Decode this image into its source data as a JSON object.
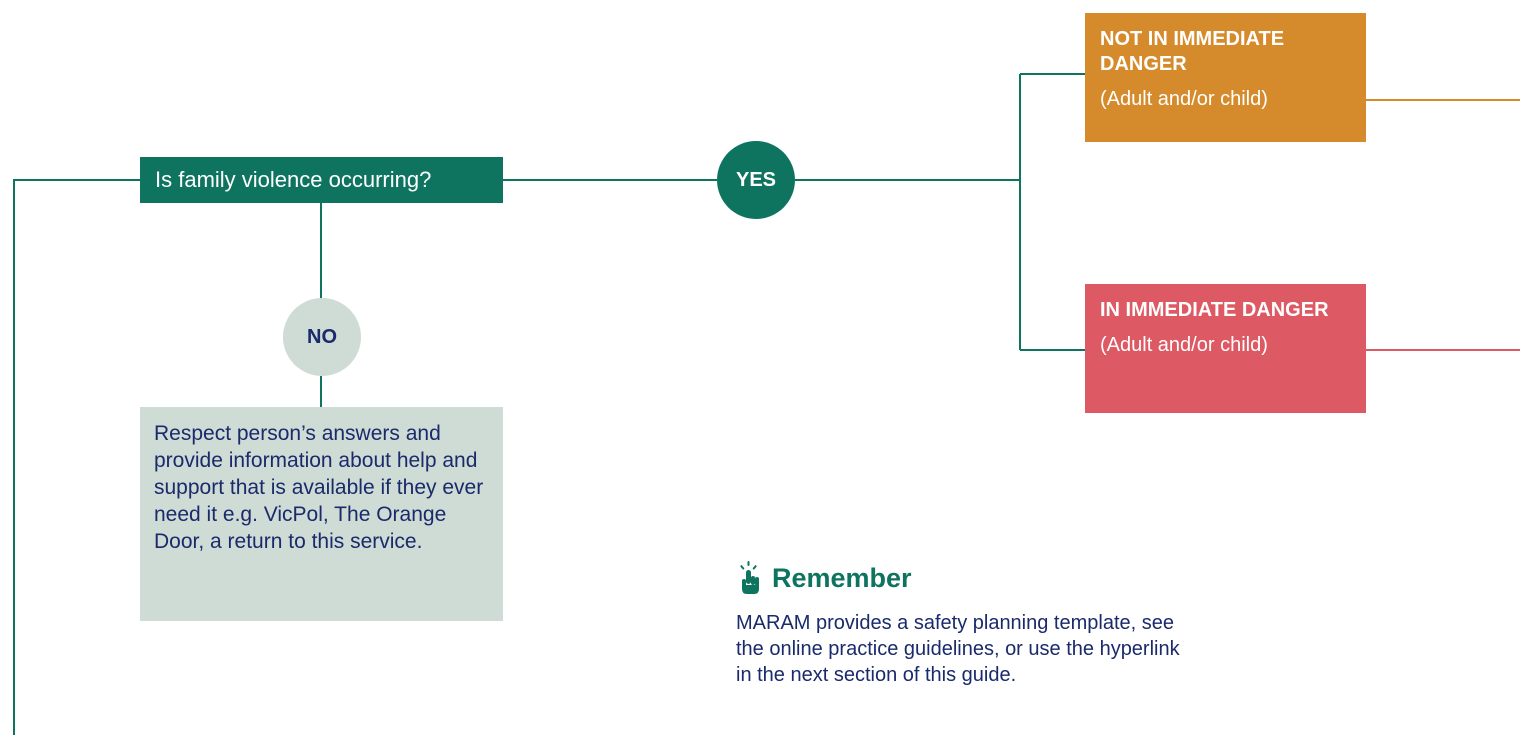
{
  "flow": {
    "question": "Is family violence occurring?",
    "yes_label": "YES",
    "no_label": "NO",
    "no_response": "Respect person’s answers and provide information about help and support that is available if they ever need it e.g. VicPol, The Orange Door, a return to this service."
  },
  "outcomes": {
    "not_immediate": {
      "title": "NOT IN IMMEDIATE DANGER",
      "subtitle": "(Adult and/or child)",
      "color": "#d58b2b"
    },
    "immediate": {
      "title": "IN IMMEDIATE DANGER",
      "subtitle": "(Adult and/or child)",
      "color": "#dd5964"
    }
  },
  "remember": {
    "icon": "pointing-hand-icon",
    "title": "Remember",
    "body": "MARAM provides a safety planning template, see the online practice guidelines, or use the hyperlink in the next section of this guide."
  },
  "colors": {
    "primary_green": "#0e7460",
    "light_grey_green": "#cfdbd5",
    "navy_text": "#1a2a6b"
  }
}
